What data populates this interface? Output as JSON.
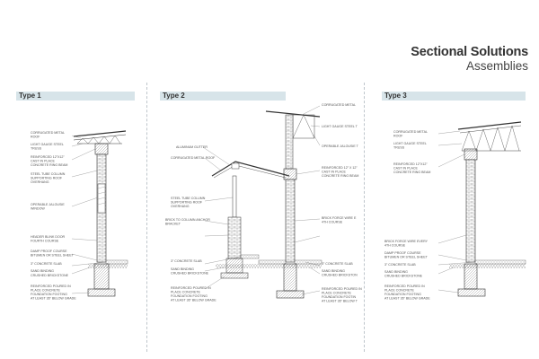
{
  "title": {
    "line1": "Sectional Solutions",
    "line2": "Assemblies"
  },
  "panels": [
    {
      "tag": "Type 1",
      "labels": [
        "CORRUGATED METAL",
        "ROOF",
        "LIGHT GAUGE STEEL",
        "TRUSS",
        "REINFORCED 12\"X12\"",
        "CAST IN PLACE",
        "CONCRETE RING BEAM",
        "STEEL TUBE COLUMN",
        "SUPPORTING ROOF",
        "OVERHANG",
        "OPERABLE JALOUSIE",
        "WINDOW",
        "HEADER BLINK DOOR",
        "FOURTH COURSE",
        "DAMP PROOF COURSE",
        "BITUMEN OR STEEL SHEET",
        "3\" CONCRETE SLAB",
        "SAND BINDING",
        "CRUSHED BRICKSTONE",
        "REINFORCED POURED IN",
        "PLACE CONCRETE",
        "FOUNDATION FOOTING",
        "AT LEAST 36\" BELOW GRADE"
      ]
    },
    {
      "tag": "Type 2",
      "labels": [
        "CORRUGATED METAL",
        "LIGHT GAUGE STEEL T",
        "OPERABLE JALOUSIE T",
        "ALUMINUM GUTTER",
        "CORRUGATED METAL ROOF",
        "REINFORCED 12\" X 12\"",
        "CAST IN PLACE",
        "CONCRETE RING BEAM",
        "STEEL TUBE COLUMN",
        "SUPPORTING ROOF",
        "OVERHANG",
        "BRICK TO COLUMN ANCHOR",
        "BRACKET",
        "BRICK FORCE WIRE E",
        "4TH COURSE",
        "3\" CONCRETE SLAB",
        "SAND BINDING",
        "CRUSHED BRICKSTONE",
        "3\" CONCRETE SLAB",
        "SAND BINDING",
        "CRUSHED BRICKSTON",
        "REINFORCED POURED IN",
        "PLACE CONCRETE",
        "FOUNDATION FOOTING",
        "AT LEAST 36\" BELOW GRADE",
        "REINFORCED POURED IN",
        "PLACE CONCRETE",
        "FOUNDATION FOOTIN",
        "AT LEAST 36\" BELOW T"
      ]
    },
    {
      "tag": "Type 3",
      "labels": [
        "CORRUGATED METAL",
        "ROOF",
        "LIGHT GAUGE STEEL",
        "TRUSS",
        "REINFORCED 12\"X12\"",
        "CAST IN PLACE",
        "CONCRETE RING BEAM",
        "BRICK FORCE WIRE EVERY",
        "4TH COURSE",
        "DAMP PROOF COURSE",
        "BITUMEN OR STEEL SHEET",
        "3\" CONCRETE SLAB",
        "SAND BINDING",
        "CRUSHED BRICKSTONE",
        "REINFORCED POURED IN",
        "PLACE CONCRETE",
        "FOUNDATION FOOTING",
        "AT LEAST 36\" BELOW GRADE"
      ]
    }
  ],
  "colors": {
    "tag_bg": "#d7e4e9",
    "line": "#444444",
    "divider": "#bfc6cc"
  }
}
